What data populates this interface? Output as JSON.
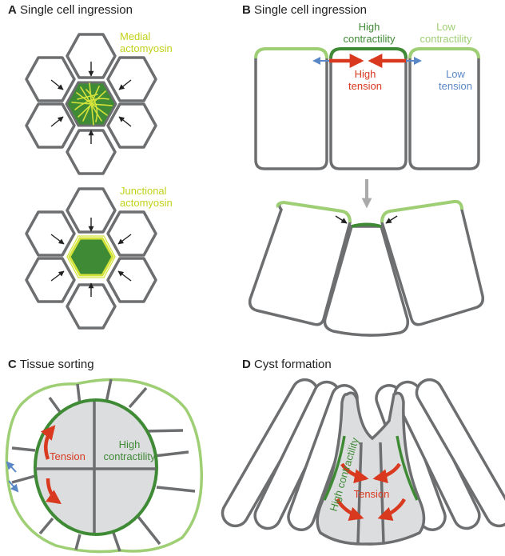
{
  "panels": {
    "a": {
      "letter": "A",
      "title": "Single cell ingression",
      "label_top_1": "Medial",
      "label_top_2": "actomyosin",
      "label_bottom_1": "Junctional",
      "label_bottom_2": "actomyosin"
    },
    "b": {
      "letter": "B",
      "title": "Single cell ingression",
      "high_contractility_1": "High",
      "high_contractility_2": "contractility",
      "low_contractility_1": "Low",
      "low_contractility_2": "contractility",
      "high_tension_1": "High",
      "high_tension_2": "tension",
      "low_tension_1": "Low",
      "low_tension_2": "tension"
    },
    "c": {
      "letter": "C",
      "title": "Tissue sorting",
      "tension": "Tension",
      "high_contractility_1": "High",
      "high_contractility_2": "contractility"
    },
    "d": {
      "letter": "D",
      "title": "Cyst formation",
      "high_contractility": "High contractility",
      "tension": "Tension"
    }
  },
  "colors": {
    "cell_outline": "#6d6e70",
    "actomyosin": "#d4e33a",
    "dark_green": "#3f8a35",
    "cell_fill": "#dcdddf",
    "light_green": "#9fcf74",
    "red": "#d9391f",
    "blue": "#5a87c6"
  }
}
